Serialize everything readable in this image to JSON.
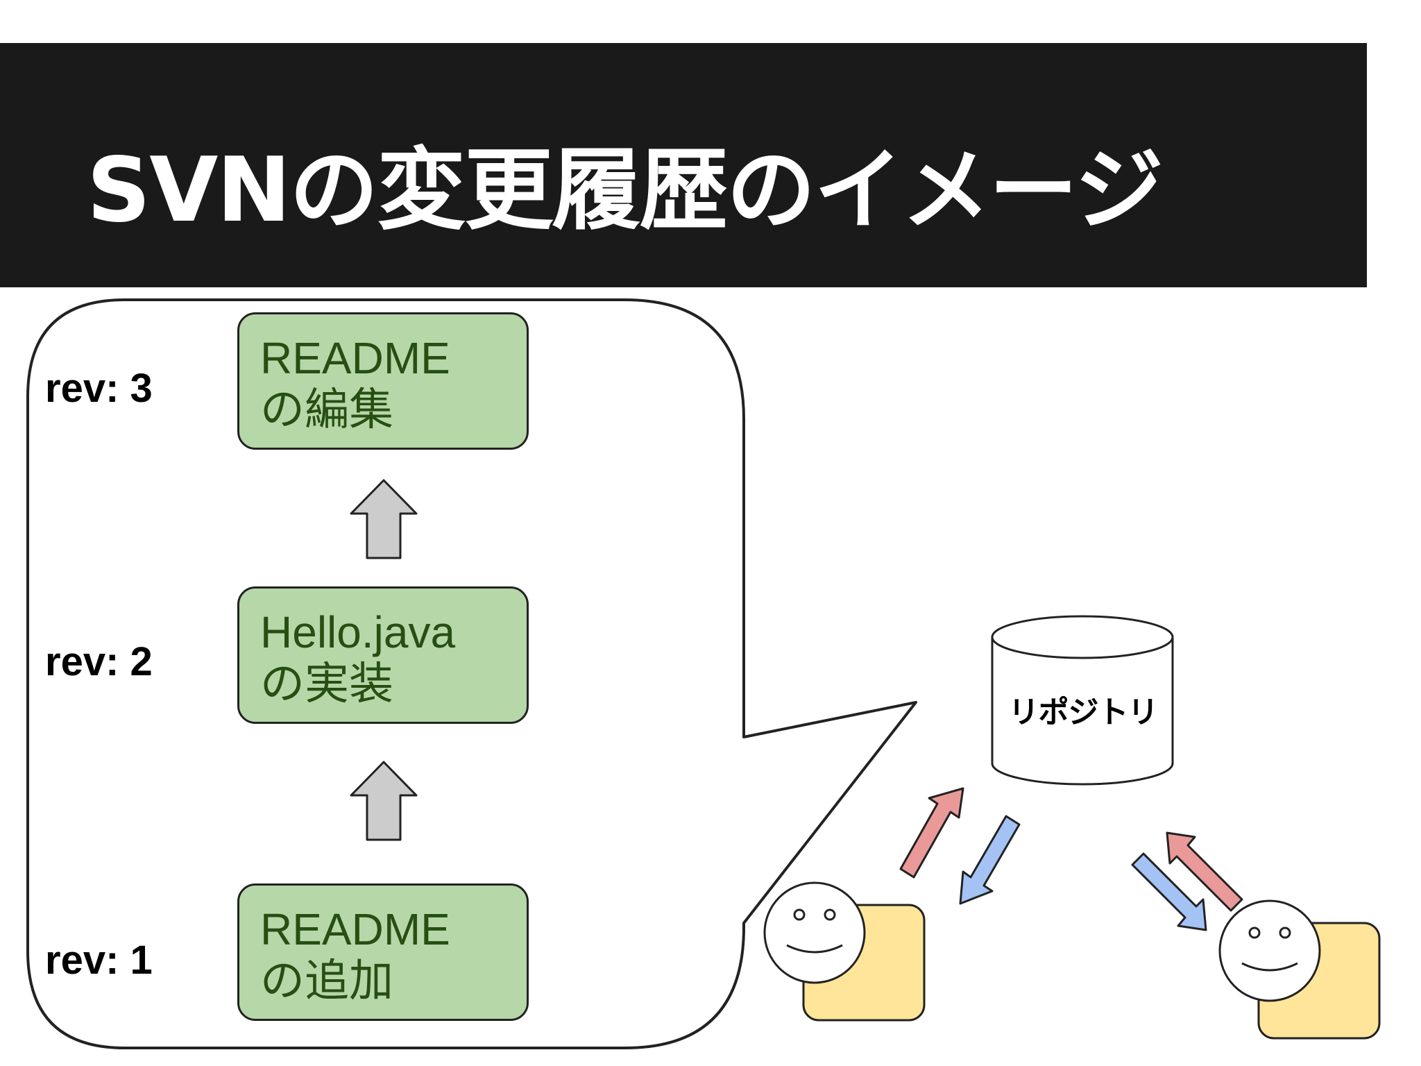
{
  "slide": {
    "title": "SVNの変更履歴のイメージ"
  },
  "history": {
    "revisions": [
      {
        "label": "rev: 3",
        "line1": "README",
        "line2": "の編集"
      },
      {
        "label": "rev: 2",
        "line1": "Hello.java",
        "line2": "の実装"
      },
      {
        "label": "rev: 1",
        "line1": "README",
        "line2": "の追加"
      }
    ]
  },
  "repository": {
    "label": "リポジトリ"
  },
  "colors": {
    "title_bg": "#1a1a1a",
    "box_fill": "#b6d7a8",
    "box_text": "#274e13",
    "commit_arrow": "#ea9999",
    "update_arrow": "#a4c2f4",
    "user_body": "#ffe599",
    "history_arrow": "#cccccc"
  }
}
